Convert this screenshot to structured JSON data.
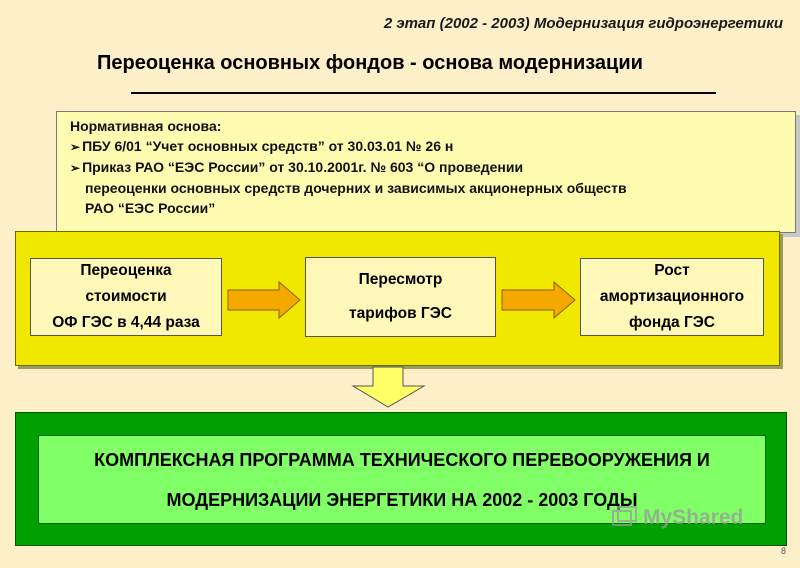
{
  "header": {
    "stage": "2 этап (2002 - 2003) Модернизация гидроэнергетики",
    "title": "Переоценка основных фондов - основа модернизации"
  },
  "normative": {
    "heading": "Нормативная основа:",
    "bullet_icon": "arrow-bullet",
    "items": [
      "ПБУ 6/01 “Учет основных средств” от 30.03.01 № 26 н",
      "Приказ РАО “ЕЭС России” от 30.10.2001г. № 603 “О проведении"
    ],
    "continuation": [
      "переоценки основных средств дочерних и зависимых акционерных обществ",
      "РАО “ЕЭС России”"
    ]
  },
  "flow": {
    "step1": [
      "Переоценка",
      "стоимости",
      "ОФ ГЭС в 4,44 раза"
    ],
    "step2": [
      "Пересмотр",
      "тарифов ГЭС"
    ],
    "step3": [
      "Рост",
      "амортизационного",
      "фонда ГЭС"
    ]
  },
  "program": {
    "line1": "КОМПЛЕКСНАЯ ПРОГРАММА ТЕХНИЧЕСКОГО ПЕРЕВООРУЖЕНИЯ И",
    "line2": "МОДЕРНИЗАЦИИ ЭНЕРГЕТИКИ НА 2002 - 2003 ГОДЫ"
  },
  "page_number": "8",
  "watermark": "MyShared",
  "colors": {
    "background": "#fdf0c9",
    "note_box": "#fffbb0",
    "yellow_panel": "#f0e800",
    "arrow": "#f5a800",
    "green_outer": "#00a000",
    "green_inner": "#80ff66"
  }
}
